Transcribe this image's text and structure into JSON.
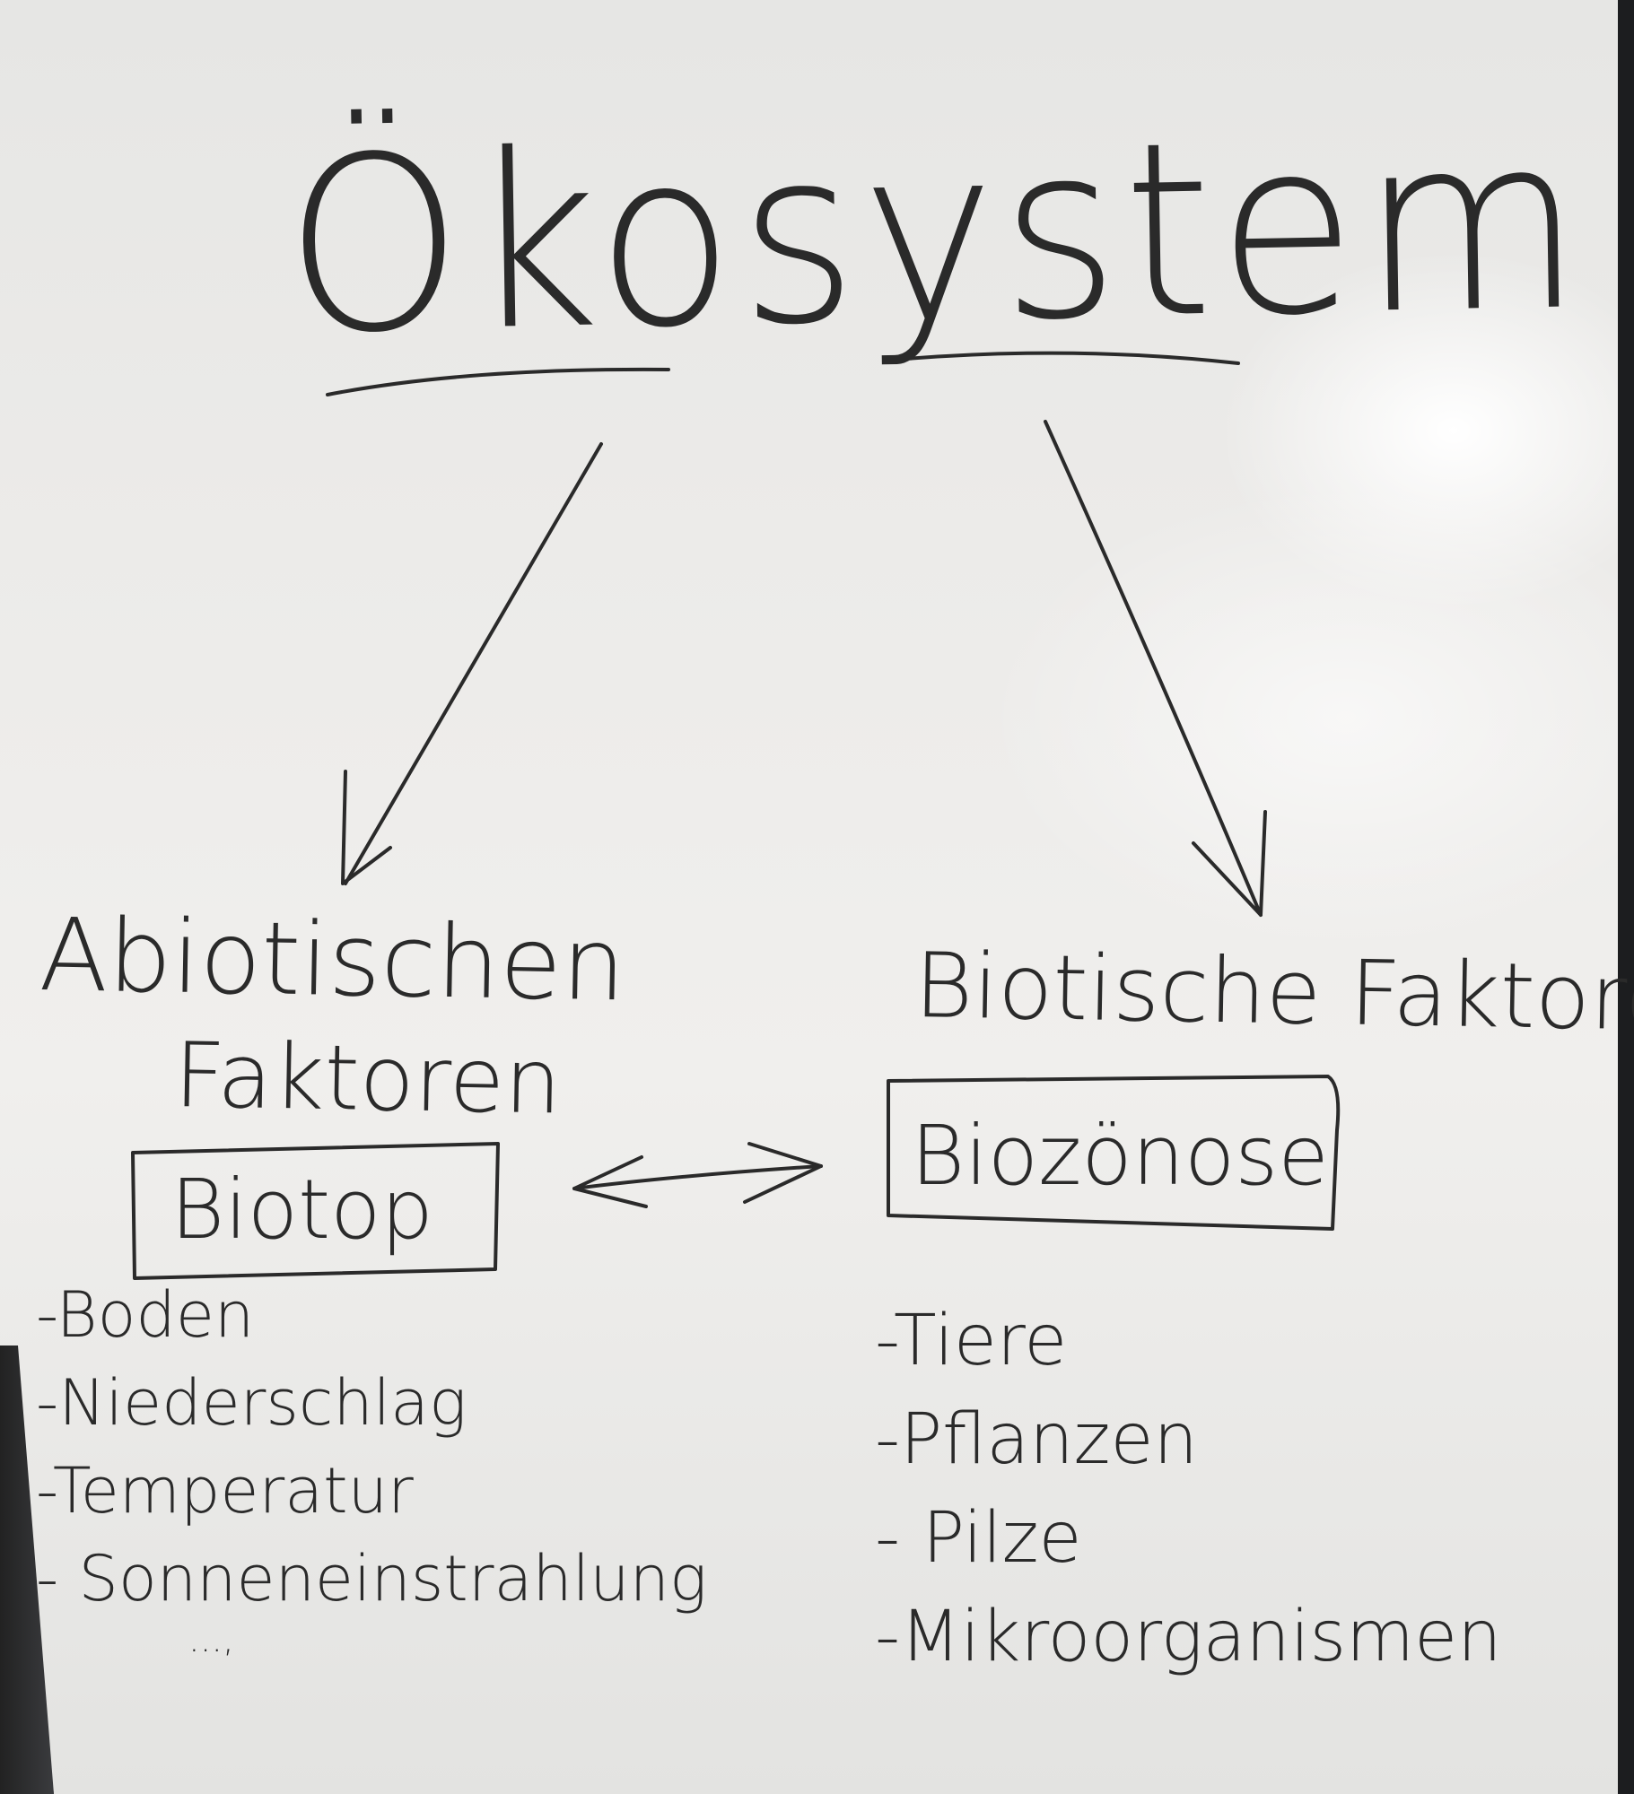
{
  "title": "Ökosystem",
  "left": {
    "heading_line1": "Abiotischen",
    "heading_line2": "Faktoren",
    "box_label": "Biotop",
    "items": [
      "-Boden",
      "-Niederschlag",
      "-Temperatur",
      "- Sonneneinstrahlung"
    ],
    "ellipsis": "...,"
  },
  "right": {
    "heading": "Biotische Faktoren",
    "box_label": "Biozönose",
    "items": [
      "-Tiere",
      "-Pflanzen",
      "- Pilze",
      "-Mikroorganismen"
    ]
  }
}
